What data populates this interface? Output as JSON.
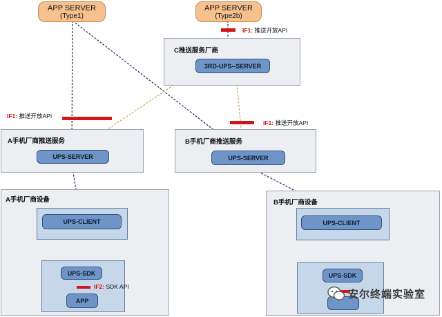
{
  "servers": {
    "type1": {
      "title": "APP SERVER",
      "sub": "(Type1)"
    },
    "type2b": {
      "title": "APP SERVER",
      "sub": "(Type2b)"
    }
  },
  "panels": {
    "c_vendor": {
      "title": "C推送服务厂商",
      "node": "3RD-UPS--SERVER"
    },
    "a_vendor": {
      "title": "A手机厂商推送服务",
      "node": "UPS-SERVER"
    },
    "b_vendor": {
      "title": "B手机厂商推送服务",
      "node": "UPS-SERVER"
    },
    "a_device": {
      "title": "A手机厂商设备",
      "client": "UPS-CLIENT",
      "sdk": "UPS-SDK",
      "app": "APP"
    },
    "b_device": {
      "title": "B手机厂商设备",
      "client": "UPS-CLIENT",
      "sdk": "UPS-SDK"
    }
  },
  "apis": {
    "top": {
      "tag": "IF1:",
      "text": " 推送开放API"
    },
    "left": {
      "tag": "IF1:",
      "text": " 推送开放API"
    },
    "right": {
      "tag": "IF1:",
      "text": " 推送开放API"
    },
    "sdk": {
      "tag": "IF2:",
      "text": " SDK API"
    }
  },
  "watermark": "安尔终端实验室",
  "colors": {
    "server": "#f6c18f",
    "node": "#6f95c8",
    "inner": "#c7d7ea",
    "panel": "#eceef2",
    "api_bar": "#d3161a"
  }
}
